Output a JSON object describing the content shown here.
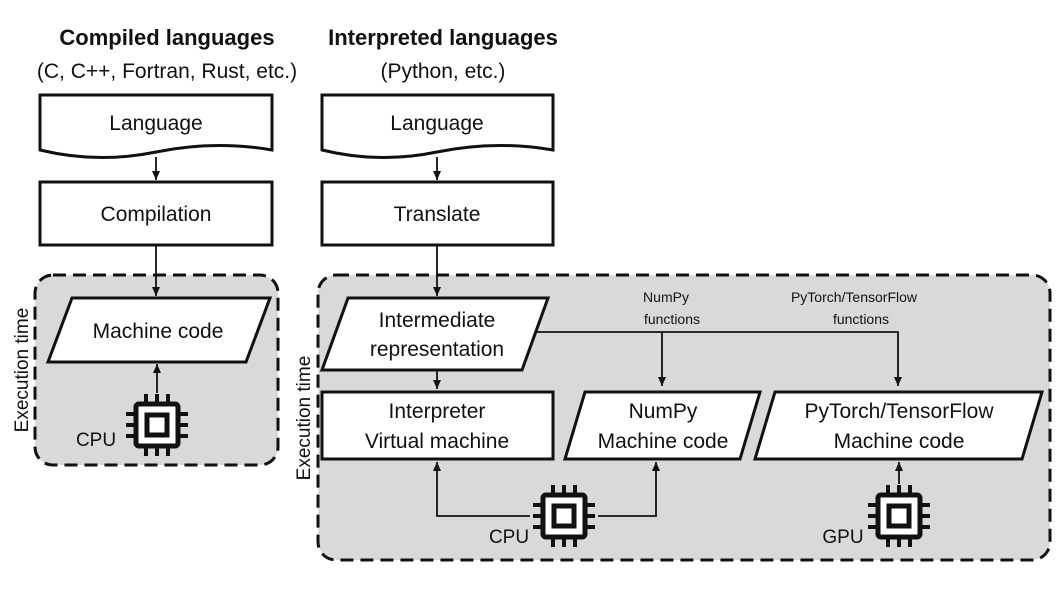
{
  "compiled": {
    "title": "Compiled languages",
    "subtitle": "(C, C++, Fortran, Rust, etc.)",
    "language": "Language",
    "compilation": "Compilation",
    "machine_code": "Machine code",
    "execution_time": "Execution time",
    "cpu": "CPU"
  },
  "interpreted": {
    "title": "Interpreted languages",
    "subtitle": "(Python, etc.)",
    "language": "Language",
    "translate": "Translate",
    "ir_line1": "Intermediate",
    "ir_line2": "representation",
    "numpy_functions_line1": "NumPy",
    "numpy_functions_line2": "functions",
    "torch_functions_line1": "PyTorch/TensorFlow",
    "torch_functions_line2": "functions",
    "interpreter_line1": "Interpreter",
    "interpreter_line2": "Virtual machine",
    "numpy_mc_line1": "NumPy",
    "numpy_mc_line2": "Machine code",
    "torch_mc_line1": "PyTorch/TensorFlow",
    "torch_mc_line2": "Machine code",
    "execution_time": "Execution time",
    "cpu": "CPU",
    "gpu": "GPU"
  },
  "icons": [
    "chip-icon"
  ]
}
